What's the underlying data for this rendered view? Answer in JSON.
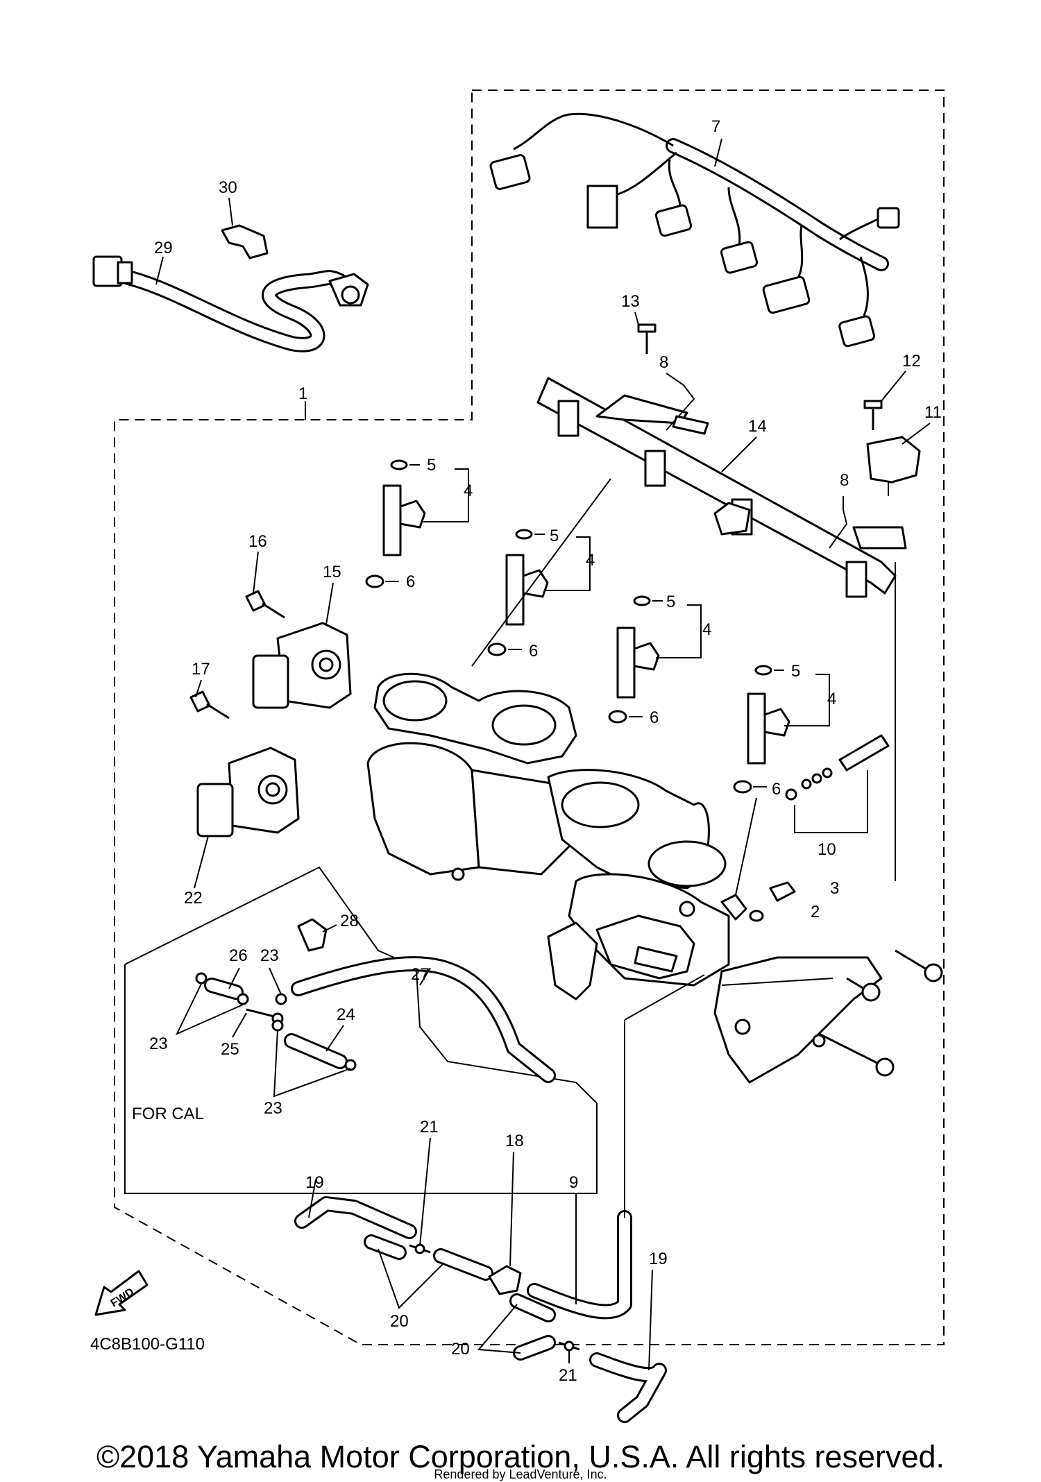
{
  "diagram": {
    "callouts": {
      "c1": "1",
      "c2": "2",
      "c3": "3",
      "c4a": "4",
      "c4b": "4",
      "c4c": "4",
      "c4d": "4",
      "c5a": "5",
      "c5b": "5",
      "c5c": "5",
      "c5d": "5",
      "c6a": "6",
      "c6b": "6",
      "c6c": "6",
      "c6d": "6",
      "c7": "7",
      "c8a": "8",
      "c8b": "8",
      "c9": "9",
      "c10": "10",
      "c11": "11",
      "c12": "12",
      "c13": "13",
      "c14": "14",
      "c15": "15",
      "c16": "16",
      "c17": "17",
      "c18": "18",
      "c19a": "19",
      "c19b": "19",
      "c20a": "20",
      "c20b": "20",
      "c21a": "21",
      "c21b": "21",
      "c22": "22",
      "c23a": "23",
      "c23b": "23",
      "c23c": "23",
      "c24": "24",
      "c25": "25",
      "c26": "26",
      "c27": "27",
      "c28": "28",
      "c29": "29",
      "c30": "30"
    },
    "for_cal_label": "FOR CAL",
    "fwd_label": "FWD",
    "diagram_code": "4C8B100-G110"
  },
  "footer": {
    "copyright": "©2018 Yamaha Motor Corporation, U.S.A. All rights reserved.",
    "rendered_by": "Rendered by LeadVenture, Inc."
  }
}
